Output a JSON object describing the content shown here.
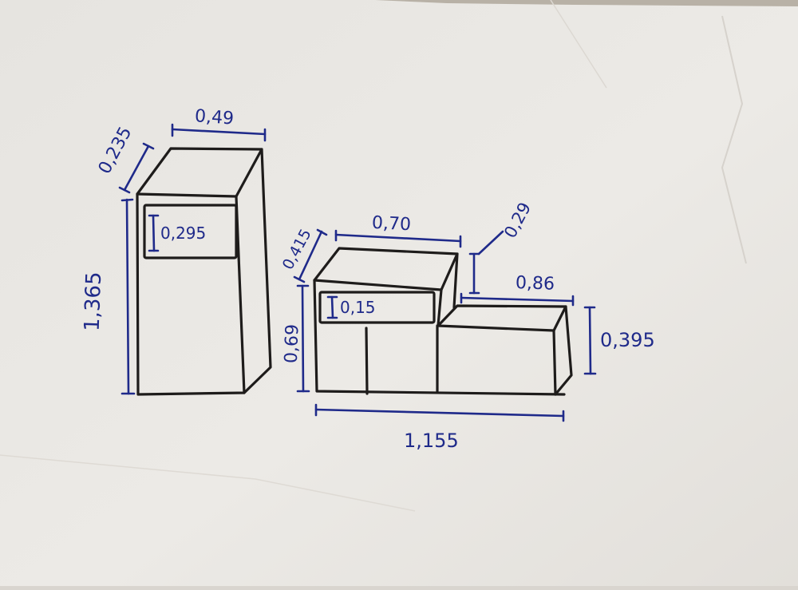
{
  "sketch": {
    "ink_color": "#1e1c1b",
    "pen_color": "#1f2a8a",
    "paper_color": "#ebe9e5",
    "cabinet_tall": {
      "width": "0,49",
      "depth": "0,235",
      "height": "1,365",
      "drawer_height": "0,295"
    },
    "cabinet_low": {
      "top_width": "0,70",
      "top_depth": "0,415",
      "height": "0,69",
      "drawer_height": "0,15",
      "step_height": "0,29",
      "side_width": "0,86",
      "side_height": "0,395",
      "total_width": "1,155"
    }
  }
}
